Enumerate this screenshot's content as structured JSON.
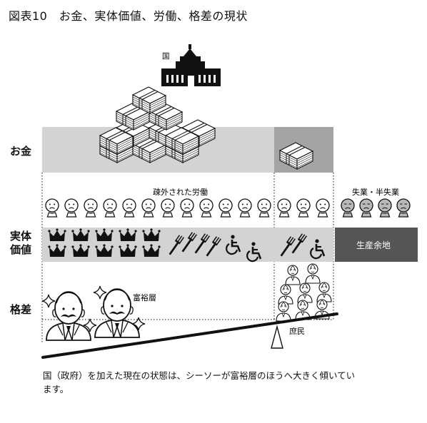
{
  "title": "図表10　お金、実体価値、労働、格差の現状",
  "row_labels": {
    "money": "お金",
    "real_value": [
      "実体",
      "価値"
    ],
    "gap": "格差"
  },
  "labels": {
    "state": "国",
    "alienated_labor": "疎外された労働",
    "unemployment": "失業・半失業",
    "production_surplus": "生産余地",
    "wealthy": "富裕層",
    "common_people": "庶民"
  },
  "caption": "国（政府）を加えた現在の状態は、シーソーが富裕層のほうへ大きく傾いています。",
  "icons": {
    "building": "parliament-building-icon",
    "money_stack": "banknote-stack-icon",
    "worker_face": "sad-face-icon",
    "crown": "crown-icon",
    "fork": "fork-icon",
    "wheelchair": "wheelchair-icon",
    "sparkle": "sparkle-icon",
    "person": "person-icon",
    "fulcrum": "fulcrum-icon"
  },
  "colors": {
    "band_light": "#d3d3d3",
    "band_dark": "#a4a4a4",
    "surplus_box": "#555555",
    "ink": "#111111"
  }
}
